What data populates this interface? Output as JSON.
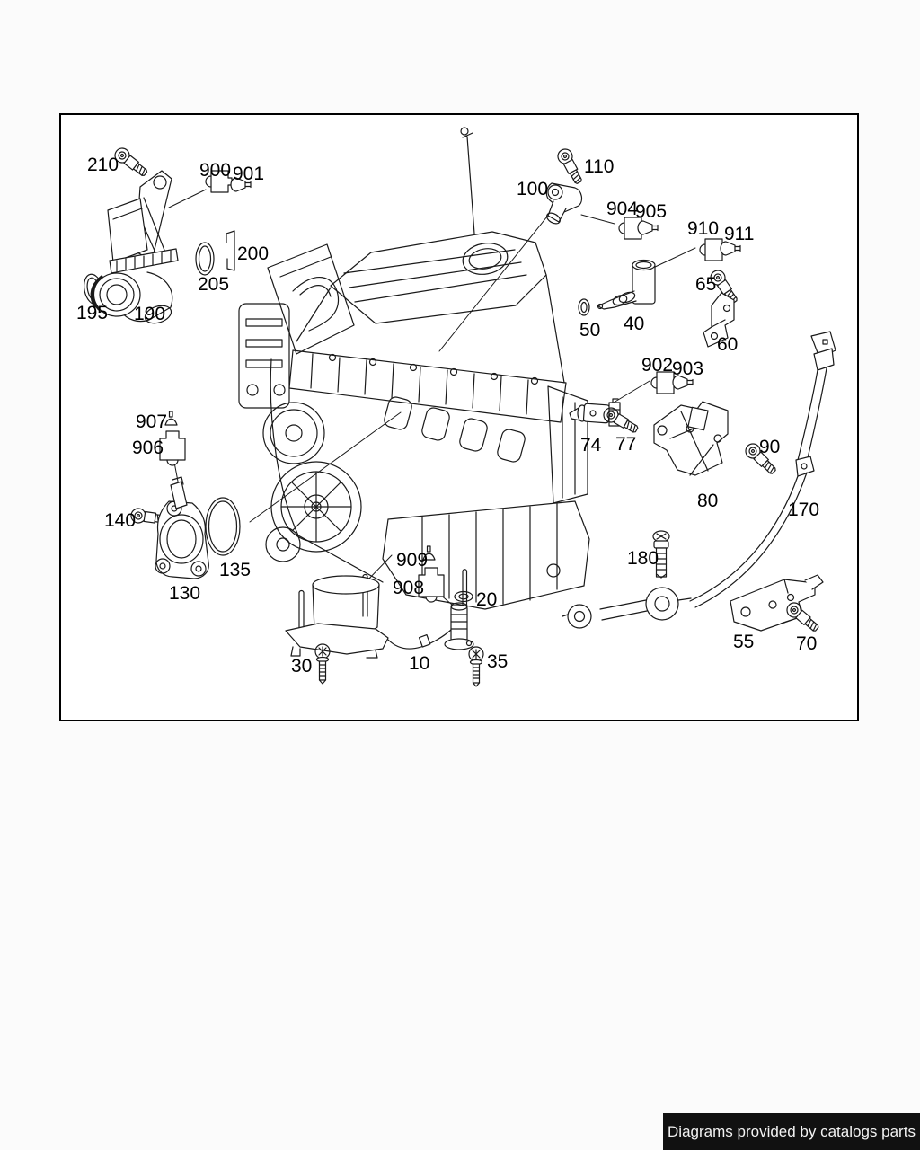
{
  "page": {
    "background": "#fbfbfb",
    "canvas_background": "#ffffff",
    "border_color": "#000000",
    "line_color": "#1a1a1a"
  },
  "footer": {
    "text": "Diagrams provided by catalogs parts",
    "bg": "#111111",
    "color": "#f2f2f2"
  },
  "diagram": {
    "kind": "engine-parts-line-drawing",
    "callouts": [
      {
        "label": "210",
        "icon": "hex-bolt-icon"
      },
      {
        "label": "900",
        "icon": "connector-symbol-icon"
      },
      {
        "label": "901",
        "icon": "plug-symbol-icon"
      },
      {
        "label": "200",
        "icon": "retaining-clip-icon"
      },
      {
        "label": "205",
        "icon": "o-ring-icon"
      },
      {
        "label": "195",
        "icon": "o-ring-icon"
      },
      {
        "label": "190",
        "icon": "thermostat-housing-icon"
      },
      {
        "label": "110",
        "icon": "hex-bolt-icon"
      },
      {
        "label": "100",
        "icon": "camshaft-sensor-icon"
      },
      {
        "label": "904",
        "icon": "connector-symbol-icon"
      },
      {
        "label": "905",
        "icon": "plug-symbol-icon"
      },
      {
        "label": "910",
        "icon": "connector-symbol-icon"
      },
      {
        "label": "911",
        "icon": "plug-symbol-icon"
      },
      {
        "label": "65",
        "icon": "hex-bolt-icon"
      },
      {
        "label": "50",
        "icon": "o-ring-icon"
      },
      {
        "label": "40",
        "icon": "sensor-elbow-icon"
      },
      {
        "label": "60",
        "icon": "bracket-icon"
      },
      {
        "label": "902",
        "icon": "connector-symbol-icon"
      },
      {
        "label": "903",
        "icon": "plug-symbol-icon"
      },
      {
        "label": "74",
        "icon": "sensor-icon"
      },
      {
        "label": "77",
        "icon": "hex-bolt-icon"
      },
      {
        "label": "80",
        "icon": "bracket-icon"
      },
      {
        "label": "90",
        "icon": "hex-bolt-icon"
      },
      {
        "label": "170",
        "icon": "wiring-harness-icon"
      },
      {
        "label": "180",
        "icon": "long-bolt-icon"
      },
      {
        "label": "55",
        "icon": "mounting-plate-icon"
      },
      {
        "label": "70",
        "icon": "hex-bolt-icon"
      },
      {
        "label": "907",
        "icon": "cap-symbol-icon"
      },
      {
        "label": "906",
        "icon": "connector-symbol-icon"
      },
      {
        "label": "140",
        "icon": "screw-icon"
      },
      {
        "label": "135",
        "icon": "o-ring-icon"
      },
      {
        "label": "130",
        "icon": "camshaft-magnet-icon"
      },
      {
        "label": "909",
        "icon": "cap-symbol-icon"
      },
      {
        "label": "908",
        "icon": "connector-symbol-icon"
      },
      {
        "label": "20",
        "icon": "seal-washer-icon"
      },
      {
        "label": "30",
        "icon": "screw-icon"
      },
      {
        "label": "10",
        "icon": "oil-level-sensor-icon"
      },
      {
        "label": "35",
        "icon": "screw-icon"
      }
    ]
  }
}
